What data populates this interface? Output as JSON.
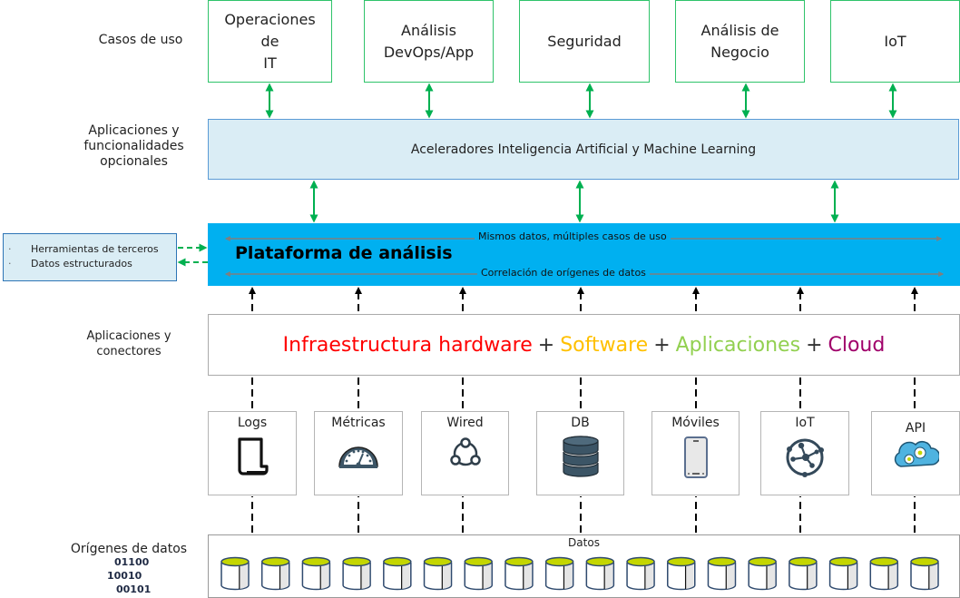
{
  "row_labels": {
    "use_cases": "Casos de uso",
    "optional_apps": [
      "Aplicaciones y",
      "funcionalidades",
      "opcionales"
    ],
    "connectors": [
      "Aplicaciones y",
      "conectores"
    ],
    "data_sources": "Orígenes de datos"
  },
  "use_cases": [
    {
      "lines": [
        "Operaciones de",
        "IT"
      ]
    },
    {
      "lines": [
        "Análisis",
        "DevOps/App"
      ]
    },
    {
      "lines": [
        "Seguridad"
      ]
    },
    {
      "lines": [
        "Análisis de",
        "Negocio"
      ]
    },
    {
      "lines": [
        "IoT"
      ]
    }
  ],
  "accelerators": {
    "label": "Aceleradores Inteligencia Artificial y Machine Learning"
  },
  "platform": {
    "title": "Plataforma de análisis",
    "top_caption": "Mismos datos, múltiples casos de uso",
    "bottom_caption": "Correlación de orígenes de datos"
  },
  "third_party": {
    "items": [
      "Herramientas de terceros",
      "Datos estructurados"
    ],
    "bullet": "·"
  },
  "infrastructure": {
    "parts": [
      {
        "text": "Infraestructura hardware",
        "color": "#ff0000"
      },
      {
        "text": "Software",
        "color": "#ffc000"
      },
      {
        "text": "Aplicaciones",
        "color": "#92d050"
      },
      {
        "text": "Cloud",
        "color": "#a0006a"
      }
    ],
    "separator": "+"
  },
  "sources": [
    {
      "label": "Logs",
      "icon": "document-icon"
    },
    {
      "label": "Métricas",
      "icon": "gauge-icon"
    },
    {
      "label": "Wired",
      "icon": "network-nodes-icon"
    },
    {
      "label": "DB",
      "icon": "database-icon"
    },
    {
      "label": "Móviles",
      "icon": "mobile-phone-icon"
    },
    {
      "label": "IoT",
      "icon": "iot-hub-icon"
    },
    {
      "label": "API",
      "icon": "cloud-gears-icon"
    }
  ],
  "data_store": {
    "title": "Datos",
    "cylinder_count": 18
  },
  "binary_lines": [
    "01100",
    "10010",
    "00101"
  ],
  "colors": {
    "usecase_border": "#2fc36a",
    "arrow_green": "#00b050",
    "accel_fill": "#daedf5",
    "platform_fill": "#00b0f0",
    "cylinder_top": "#c4d600"
  }
}
